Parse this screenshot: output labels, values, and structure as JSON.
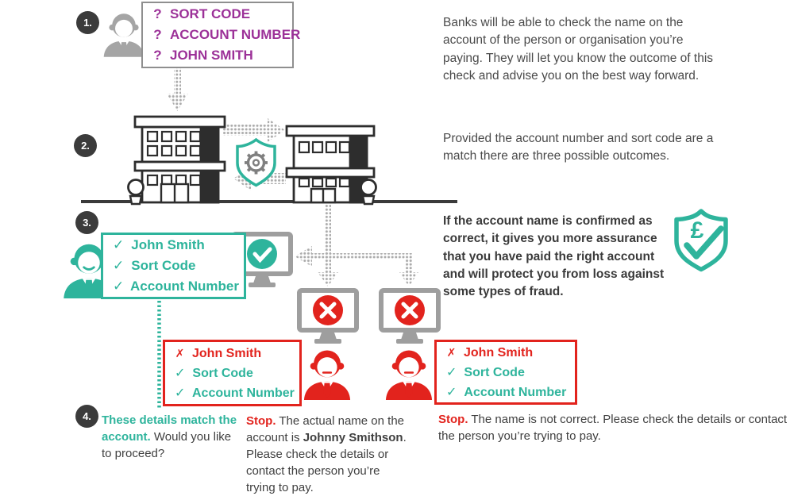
{
  "colors": {
    "purple": "#9c3198",
    "teal": "#2eb49c",
    "red": "#e2231d",
    "dark": "#3a3a3a",
    "icon_gray": "#a5a5a5"
  },
  "steps": [
    {
      "number": "1."
    },
    {
      "number": "2."
    },
    {
      "number": "3."
    },
    {
      "number": "4."
    }
  ],
  "boxes": {
    "query": {
      "items": [
        {
          "icon": "?",
          "label": "SORT CODE"
        },
        {
          "icon": "?",
          "label": "ACCOUNT NUMBER"
        },
        {
          "icon": "?",
          "label": "JOHN SMITH"
        }
      ]
    },
    "match": {
      "items": [
        {
          "icon": "✓",
          "label": "John Smith"
        },
        {
          "icon": "✓",
          "label": "Sort Code"
        },
        {
          "icon": "✓",
          "label": "Account Number"
        }
      ]
    },
    "mismatch_left": {
      "items": [
        {
          "icon": "✗",
          "label": "John Smith"
        },
        {
          "icon": "✓",
          "label": "Sort Code"
        },
        {
          "icon": "✓",
          "label": "Account Number"
        }
      ]
    },
    "mismatch_right": {
      "items": [
        {
          "icon": "✗",
          "label": "John Smith"
        },
        {
          "icon": "✓",
          "label": "Sort Code"
        },
        {
          "icon": "✓",
          "label": "Account Number"
        }
      ]
    }
  },
  "right_column": {
    "para1": "Banks will be able to check the name on the account of the person or organisation you’re paying. They will let you know the outcome of this check and advise you on the best way forward.",
    "para2": "Provided the account number and sort code are a match there are three possible outcomes.",
    "para3": "If the account name is confirmed as correct, it gives you more assurance that you have paid the right account and will protect you from loss against some types of fraud.",
    "pound_symbol": "£"
  },
  "outcomes": {
    "match": {
      "highlight": "These details match the account.",
      "rest": " Would you like to proceed?"
    },
    "close_match": {
      "stop": "Stop.",
      "before_name": " The actual name on the account is ",
      "name": "Johnny Smithson",
      "after_name": ". Please check the details or contact the person you’re trying to pay."
    },
    "no_match": {
      "stop": "Stop.",
      "rest": " The name is not correct. Please check the details or contact the person you’re trying to pay."
    }
  }
}
